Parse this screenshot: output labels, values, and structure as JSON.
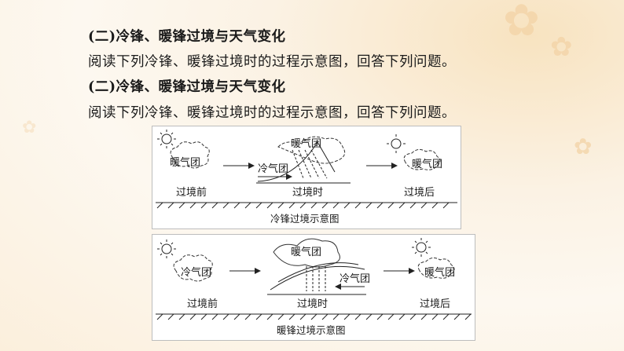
{
  "texts": {
    "heading_1": "(二)冷锋、暖锋过境与天气变化",
    "para_1": "阅读下列冷锋、暖锋过境时的过程示意图，回答下列问题。",
    "heading_2": "(二)冷锋、暖锋过境与天气变化",
    "para_2": "阅读下列冷锋、暖锋过境时的过程示意图，回答下列问题。"
  },
  "cold_front": {
    "left_air": "暖气团",
    "middle_cold": "冷气团",
    "middle_warm": "暖气团",
    "right_air": "暖气团",
    "before": "过境前",
    "during": "过境时",
    "after": "过境后",
    "caption": "冷锋过境示意图"
  },
  "warm_front": {
    "left_air": "冷气团",
    "middle_warm": "暖气团",
    "middle_cold": "冷气团",
    "right_air": "暖气团",
    "before": "过境前",
    "during": "过境时",
    "after": "过境后",
    "caption": "暖锋过境示意图"
  },
  "colors": {
    "background": "#fdf8f0",
    "text": "#1a1a1a",
    "flower": "#f3d3a6"
  }
}
